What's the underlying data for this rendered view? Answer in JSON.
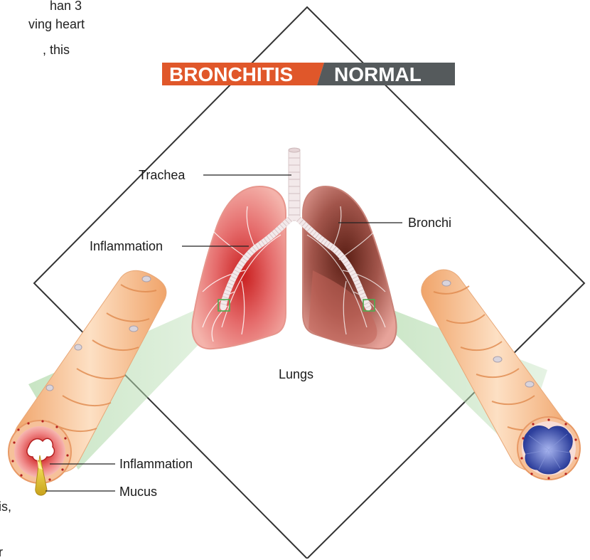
{
  "title": {
    "bronchitis": "BRONCHITIS",
    "normal": "NORMAL"
  },
  "labels": {
    "trachea": "Trachea",
    "inflammation_lung": "Inflammation",
    "bronchi": "Bronchi",
    "lungs": "Lungs",
    "inflammation_tube": "Inflammation",
    "mucus": "Mucus"
  },
  "background_text": {
    "line1": "han 3",
    "line2": "ving heart",
    "line3": ", this",
    "line4": "is,",
    "line5": "r"
  },
  "colors": {
    "bronchitis": "#e0572a",
    "normal": "#555a5c",
    "inflamed_tissue": "#d63a3a",
    "normal_lumen": "#3b4fa8",
    "mucus": "#e3c93a",
    "zoom_highlight": "#b6dcb0"
  },
  "icons": [
    "bronchus-inflamed-icon",
    "bronchus-normal-icon",
    "lungs-icon"
  ]
}
